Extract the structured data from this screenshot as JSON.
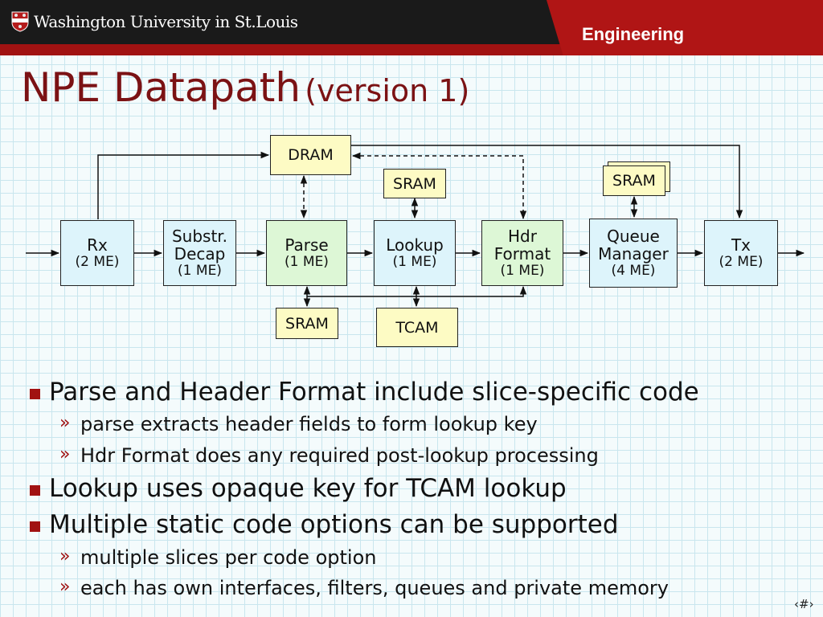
{
  "header": {
    "university": "Washington University in St.Louis",
    "school": "Engineering"
  },
  "slide": {
    "title_main": "NPE Datapath",
    "title_sub": "(version 1)",
    "page": "‹#›"
  },
  "diagram": {
    "rx": {
      "label": "Rx",
      "sub": "(2 ME)"
    },
    "substr": {
      "line1": "Substr.",
      "line2": "Decap",
      "sub": "(1 ME)"
    },
    "parse": {
      "label": "Parse",
      "sub": "(1 ME)"
    },
    "lookup": {
      "label": "Lookup",
      "sub": "(1 ME)"
    },
    "hdr": {
      "line1": "Hdr",
      "line2": "Format",
      "sub": "(1 ME)"
    },
    "queue": {
      "line1": "Queue",
      "line2": "Manager",
      "sub": "(4 ME)"
    },
    "tx": {
      "label": "Tx",
      "sub": "(2 ME)"
    },
    "dram": "DRAM",
    "sram_lookup": "SRAM",
    "sram_queue": "SRAM",
    "sram_parse": "SRAM",
    "tcam": "TCAM"
  },
  "bullets": [
    {
      "text": "Parse and Header Format include slice-specific code",
      "subs": [
        "parse extracts header fields to form lookup key",
        "Hdr Format does any required post-lookup processing"
      ]
    },
    {
      "text": "Lookup uses opaque key for TCAM lookup",
      "subs": []
    },
    {
      "text": "Multiple static code options can be supported",
      "subs": [
        "multiple slices per code option",
        "each has own interfaces, filters, queues and private memory"
      ]
    }
  ],
  "sub_marker": "»",
  "colors": {
    "header_bg": "#1a1a1a",
    "brand_red": "#a11212",
    "title_color": "#7b1214",
    "box_blue": "#ddf4fb",
    "box_green": "#ddf7d6",
    "box_yellow": "#fdfbc4"
  }
}
